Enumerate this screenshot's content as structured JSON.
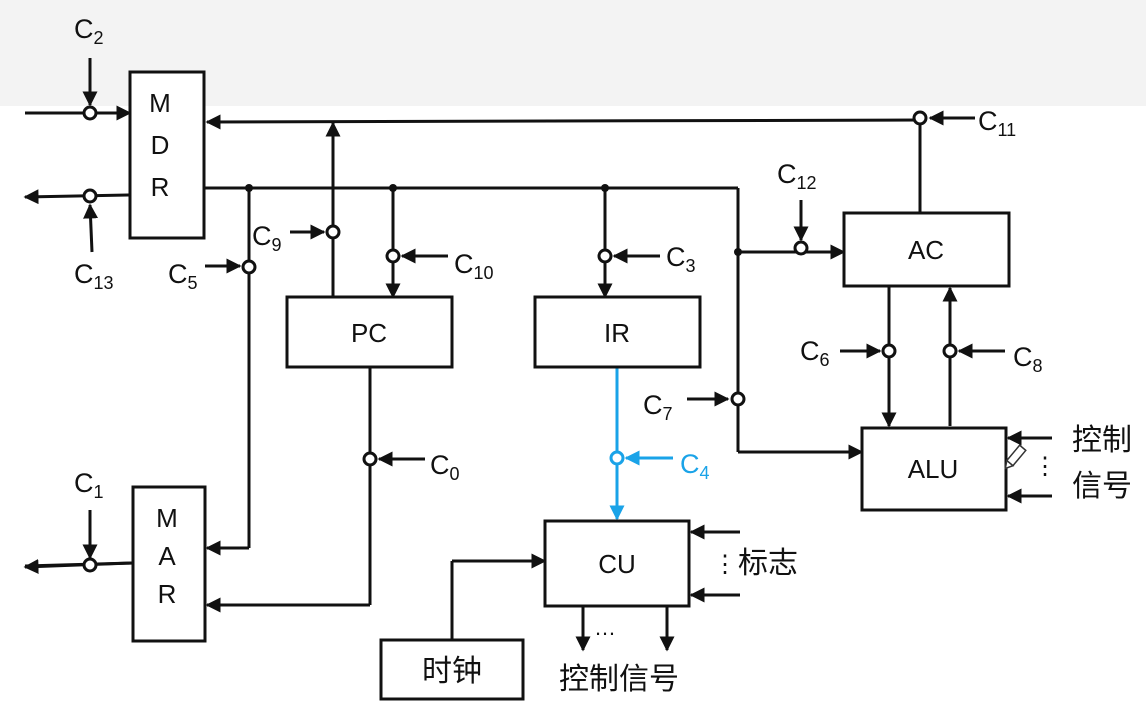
{
  "boxes": {
    "mdr": [
      "M",
      "D",
      "R"
    ],
    "mar": [
      "M",
      "A",
      "R"
    ],
    "pc": "PC",
    "ir": "IR",
    "ac": "AC",
    "alu": "ALU",
    "cu": "CU",
    "clock": "时钟"
  },
  "signals": {
    "c0": {
      "main": "C",
      "sub": "0"
    },
    "c1": {
      "main": "C",
      "sub": "1"
    },
    "c2": {
      "main": "C",
      "sub": "2"
    },
    "c3": {
      "main": "C",
      "sub": "3"
    },
    "c4": {
      "main": "C",
      "sub": "4"
    },
    "c5": {
      "main": "C",
      "sub": "5"
    },
    "c6": {
      "main": "C",
      "sub": "6"
    },
    "c7": {
      "main": "C",
      "sub": "7"
    },
    "c8": {
      "main": "C",
      "sub": "8"
    },
    "c9": {
      "main": "C",
      "sub": "9"
    },
    "c10": {
      "main": "C",
      "sub": "10"
    },
    "c11": {
      "main": "C",
      "sub": "11"
    },
    "c12": {
      "main": "C",
      "sub": "12"
    },
    "c13": {
      "main": "C",
      "sub": "13"
    }
  },
  "labels": {
    "alu_ctrl_line1": "控制",
    "alu_ctrl_line2": "信号",
    "flags": "标志",
    "cu_ctrl": "控制信号",
    "vdots": "⋮",
    "hdots": "…"
  },
  "colors": {
    "line": "#111111",
    "highlight": "#1aa3e8"
  },
  "icons": [
    "pen-cursor-icon"
  ]
}
